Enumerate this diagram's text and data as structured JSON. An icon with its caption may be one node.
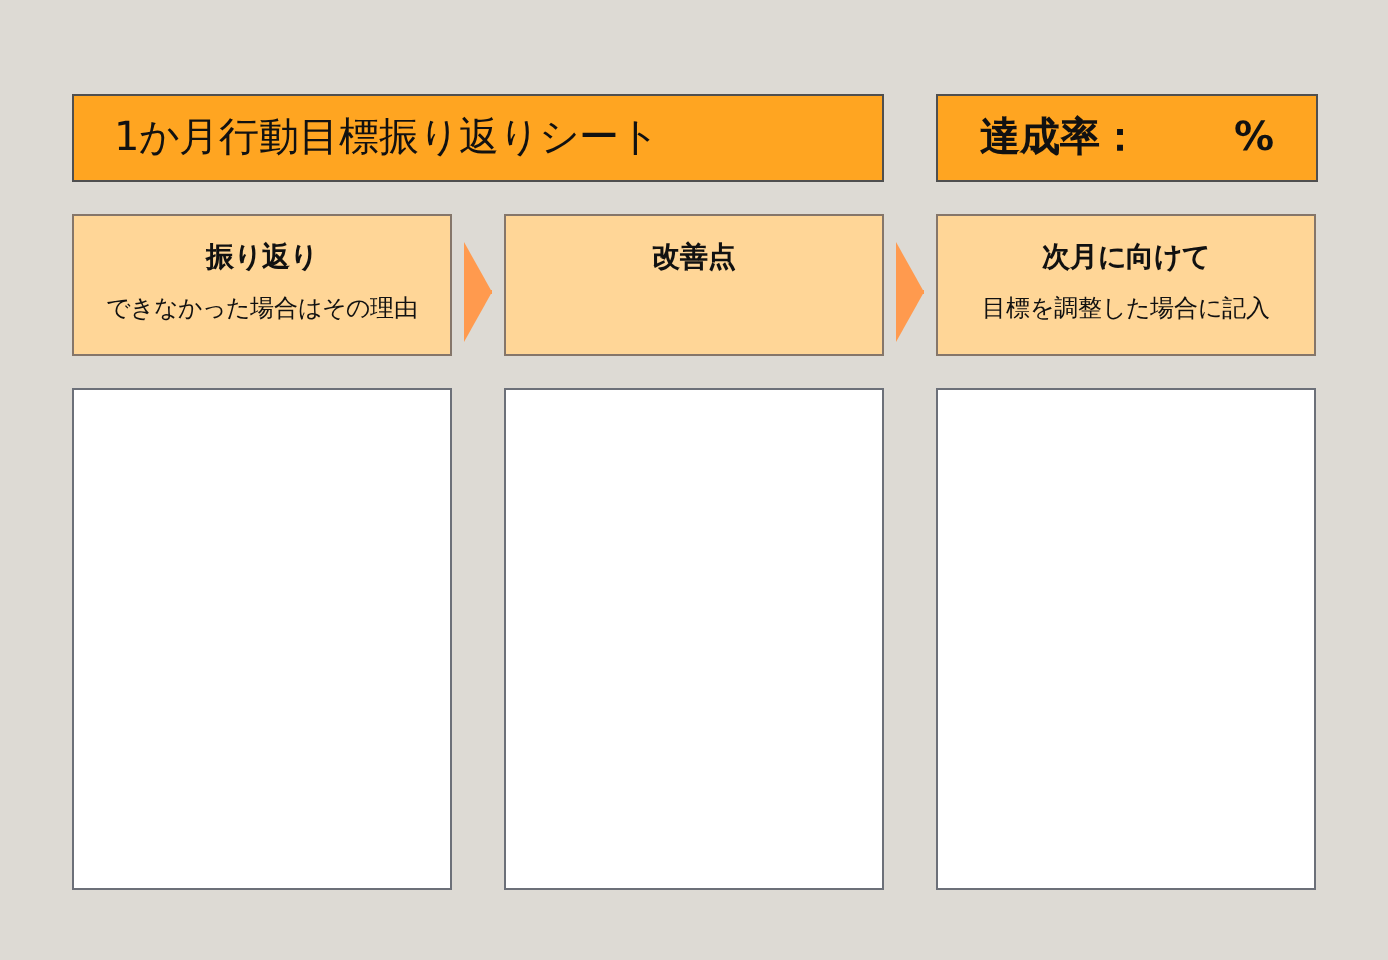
{
  "diagram": {
    "title": "1か月行動目標振り返りシート",
    "nodes": [
      {
        "text": [
          "達成率：",
          "%"
        ]
      },
      {
        "text": [
          "振り返り",
          "できなかった場合はその理由"
        ]
      },
      {
        "text": [
          "改善点"
        ]
      },
      {
        "text": [
          "次月に向けて",
          "目標を調整した場合に記入"
        ]
      },
      {
        "text": [],
        "shape": "box"
      },
      {
        "text": [],
        "shape": "box"
      },
      {
        "text": [],
        "shape": "box"
      }
    ],
    "edges": [
      {
        "from": 1,
        "to": 2,
        "arrow": "to"
      },
      {
        "from": 2,
        "to": 3,
        "arrow": "to"
      }
    ]
  }
}
